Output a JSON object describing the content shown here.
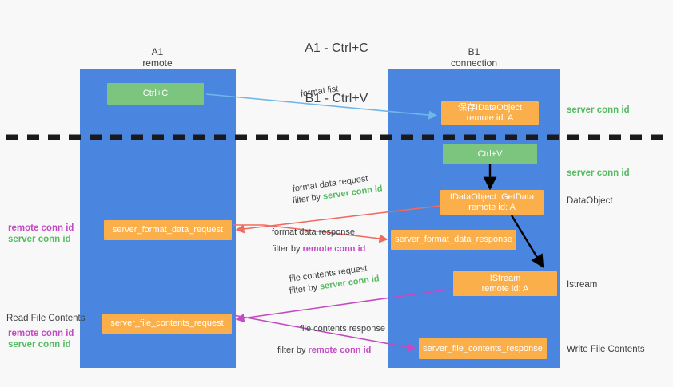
{
  "title": {
    "line1": "A1 - Ctrl+C",
    "line2": "B1 - Ctrl+V"
  },
  "columns": [
    {
      "name": "A1",
      "sub": "remote"
    },
    {
      "name": "B1",
      "sub": "connection"
    }
  ],
  "boxes": {
    "ctrl_c": {
      "line1": "Ctrl+C",
      "line2": ""
    },
    "save_idataobject": {
      "line1": "保存IDataObject",
      "line2": "remote id: A"
    },
    "ctrl_v": {
      "line1": "Ctrl+V",
      "line2": ""
    },
    "getdata": {
      "line1": "IDataObject::GetData",
      "line2": "remote id: A"
    },
    "istream": {
      "line1": "IStream",
      "line2": "remote id: A"
    },
    "server_format_data_request": {
      "line1": "server_format_data_request",
      "line2": ""
    },
    "server_format_data_response": {
      "line1": "server_format_data_response",
      "line2": ""
    },
    "server_file_contents_request": {
      "line1": "server_file_contents_request",
      "line2": ""
    },
    "server_file_contents_response": {
      "line1": "server_file_contents_response",
      "line2": ""
    }
  },
  "right_captions": {
    "server_conn_id_1": "server conn id",
    "server_conn_id_2": "server conn id",
    "dataobject": "DataObject",
    "istream": "Istream",
    "write_file_contents": "Write File Contents"
  },
  "left_captions": {
    "ids_upper": {
      "remote": "remote conn id",
      "server": "server conn id"
    },
    "read_file_contents": "Read File Contents",
    "ids_lower": {
      "remote": "remote conn id",
      "server": "server conn id"
    }
  },
  "arrow_labels": {
    "format_list": "format list",
    "format_data_request": {
      "line1": "format data request",
      "prefix": "filter by ",
      "highlight": "server conn id"
    },
    "format_data_response": {
      "line1": "format data response",
      "prefix": "filter by ",
      "highlight": "remote conn id"
    },
    "file_contents_request": {
      "line1": "file contents request",
      "prefix": "filter by ",
      "highlight": "server conn id"
    },
    "file_contents_response": {
      "line1": "file contents response",
      "prefix": "filter by ",
      "highlight": "remote conn id"
    }
  },
  "colors": {
    "lane": "#4a86e0",
    "green_box": "#7cc57e",
    "orange_box": "#fbaf4b",
    "green_text": "#57bb63",
    "magenta_text": "#c44ac4",
    "light_blue_arrow": "#6fb7e8",
    "red_arrow": "#ef6b5e",
    "magenta_arrow": "#c44ac4",
    "black": "#000000"
  }
}
